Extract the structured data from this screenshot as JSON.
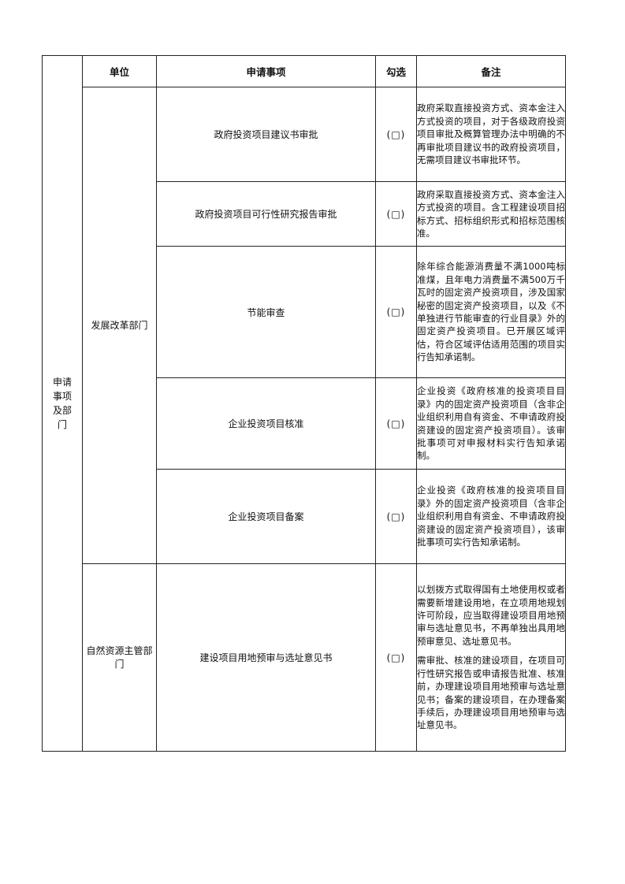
{
  "table": {
    "section_label": "申请事项及部门",
    "headers": {
      "unit": "单位",
      "item": "申请事项",
      "check": "勾选",
      "note": "备注"
    },
    "check_mark": "(□)",
    "groups": [
      {
        "unit": "发展改革部门",
        "rows": [
          {
            "item": "政府投资项目建议书审批",
            "note": [
              "政府采取直接投资方式、资本金注入方式投资的项目，对于各级政府投资项目审批及概算管理办法中明确的不再审批项目建议书的政府投资项目，无需项目建议书审批环节。"
            ]
          },
          {
            "item": "政府投资项目可行性研究报告审批",
            "note": [
              "政府采取直接投资方式、资本金注入方式投资的项目。含工程建设项目招标方式、招标组织形式和招标范围核准。"
            ]
          },
          {
            "item": "节能审查",
            "note": [
              "除年综合能源消费量不满1000吨标准煤，且年电力消费量不满500万千瓦时的固定资产投资项目，涉及国家秘密的固定资产投资项目，以及《不单独进行节能审查的行业目录》外的固定资产投资项目。已开展区域评估，符合区域评估适用范围的项目实行告知承诺制。"
            ]
          },
          {
            "item": "企业投资项目核准",
            "note": [
              "企业投资《政府核准的投资项目目录》内的固定资产投资项目（含非企业组织利用自有资金、不申请政府投资建设的固定资产投资项目）。该审批事项可对申报材料实行告知承诺制。"
            ]
          },
          {
            "item": "企业投资项目备案",
            "note": [
              "企业投资《政府核准的投资项目目录》外的固定资产投资项目（含非企业组织利用自有资金、不申请政府投资建设的固定资产投资项目），该审批事项可实行告知承诺制。"
            ]
          }
        ]
      },
      {
        "unit": "自然资源主管部门",
        "rows": [
          {
            "item": "建设项目用地预审与选址意见书",
            "note": [
              "以划拨方式取得国有土地使用权或者需要新增建设用地，在立项用地规划许可阶段，应当取得建设项目用地预审与选址意见书，不再单独出具用地预审意见、选址意见书。",
              "需审批、核准的建设项目，在项目可行性研究报告或申请报告批准、核准前，办理建设项目用地预审与选址意见书；备案的建设项目，在办理备案手续后，办理建设项目用地预审与选址意见书。"
            ]
          }
        ]
      }
    ]
  }
}
